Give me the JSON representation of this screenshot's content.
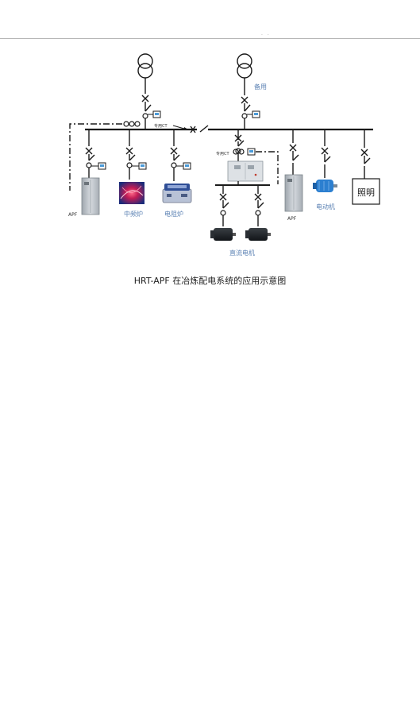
{
  "top_marker": "· ·",
  "caption": "HRT-APF 在冶炼配电系统的应用示意图",
  "labels": {
    "standby": "备用",
    "ct_left": "专用CT",
    "ct_right": "专用CT",
    "apf_left": "APF",
    "apf_right": "APF",
    "intermediate_furnace": "中频炉",
    "resistance_furnace": "电阻炉",
    "dc_motor": "直流电机",
    "motor": "电动机",
    "lighting": "照明"
  },
  "colors": {
    "line": "#1a1a1a",
    "label_blue": "#5d83b4",
    "cabinet": "#bcc3c9"
  }
}
